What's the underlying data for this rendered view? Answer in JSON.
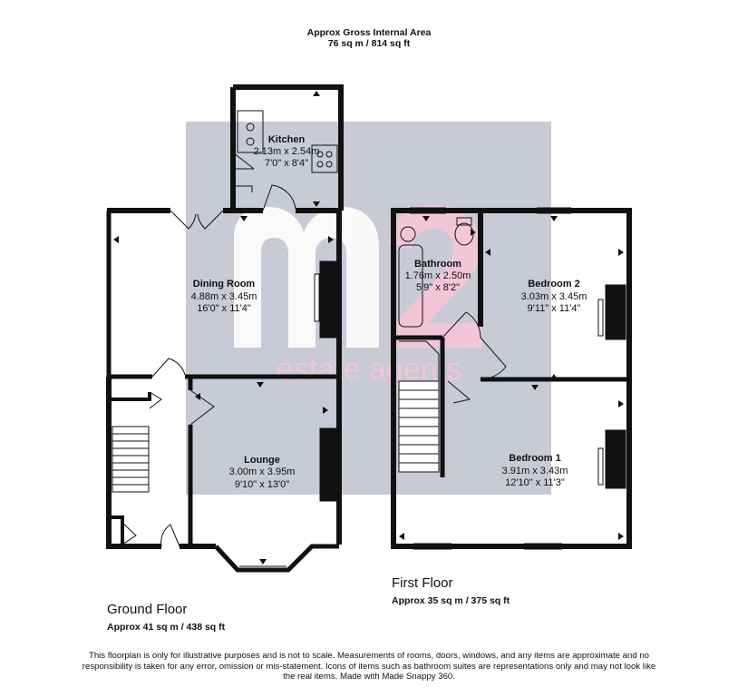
{
  "header": {
    "title": "Approx Gross Internal Area",
    "area": "76 sq m / 814 sq ft"
  },
  "watermark": {
    "logo_text": "m2",
    "tagline": "estate agents",
    "colors": {
      "box": "#c8cad6",
      "pink": "#f7c5d8"
    }
  },
  "rooms": {
    "kitchen": {
      "name": "Kitchen",
      "metric": "2.13m x 2.54m",
      "imperial": "7'0\" x 8'4\""
    },
    "dining": {
      "name": "Dining Room",
      "metric": "4.88m x 3.45m",
      "imperial": "16'0\" x 11'4\""
    },
    "lounge": {
      "name": "Lounge",
      "metric": "3.00m x 3.95m",
      "imperial": "9'10\" x 13'0\""
    },
    "bathroom": {
      "name": "Bathroom",
      "metric": "1.76m x 2.50m",
      "imperial": "5'9\" x 8'2\""
    },
    "bedroom2": {
      "name": "Bedroom 2",
      "metric": "3.03m x 3.45m",
      "imperial": "9'11\" x 11'4\""
    },
    "bedroom1": {
      "name": "Bedroom 1",
      "metric": "3.91m x 3.43m",
      "imperial": "12'10\" x 11'3\""
    }
  },
  "floors": {
    "ground": {
      "title": "Ground Floor",
      "area": "Approx 41 sq m / 438 sq ft"
    },
    "first": {
      "title": "First Floor",
      "area": "Approx 35 sq m / 375 sq ft"
    }
  },
  "disclaimer": "This floorplan is only for illustrative purposes and is not to scale. Measurements of rooms, doors, windows, and any items are approximate and no responsibility is taken for any error, omission or mis-statement. Icons of items such as bathroom suites are representations only and may not look like the real items. Made with Made Snappy 360."
}
